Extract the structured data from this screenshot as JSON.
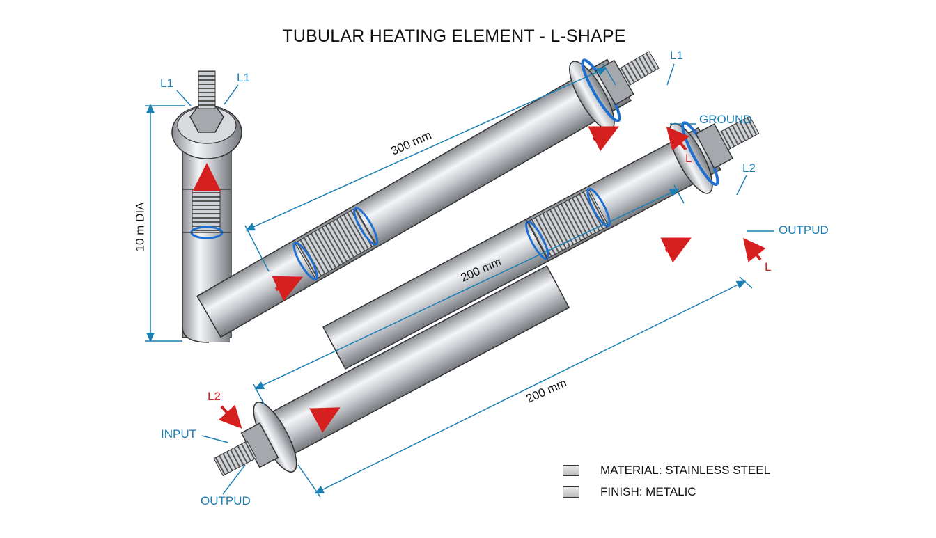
{
  "title": "TUBULAR HEATING ELEMENT - L-SHAPE",
  "labels": {
    "l1_top_left": "L1",
    "l1_top_right": "L1",
    "l1_far_right": "L1",
    "ground": "GROUND",
    "l_upper_right": "L",
    "l2_right": "L2",
    "outpud_right": "OUTPUD",
    "l_lower_right": "L",
    "l2_lower_left": "L2",
    "input": "INPUT",
    "outpud_lower_left": "OUTPUD"
  },
  "dimensions": {
    "vertical_diameter": "10 m DIA",
    "upper_length": "300 mm",
    "middle_length": "200 mm",
    "lower_length": "200 mm"
  },
  "legend": [
    {
      "text": "MATERIAL: STAINLESS STEEL"
    },
    {
      "text": "FINISH: METALIC"
    }
  ],
  "colors": {
    "dimension_line": "#1c7fb3",
    "arrow_red": "#d61f1f",
    "seal_blue": "#1f6fd1",
    "steel_dark": "#7a7d82",
    "steel_light": "#f2f3f5"
  }
}
